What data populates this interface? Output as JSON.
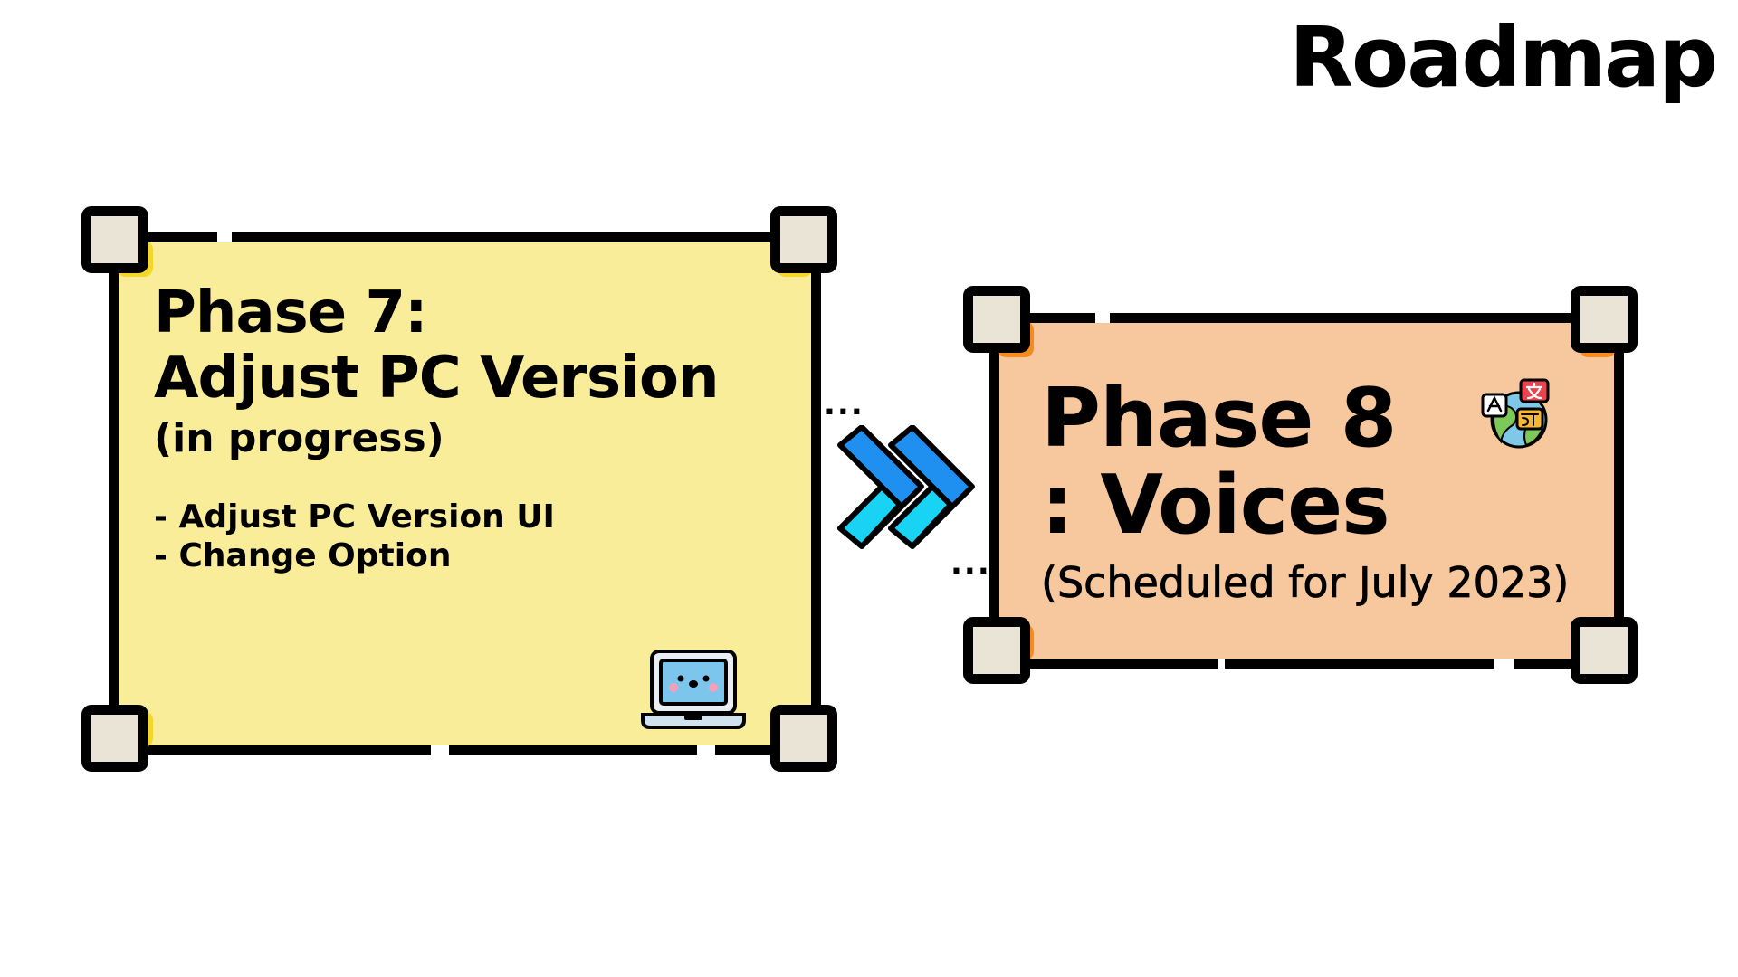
{
  "header": {
    "title": "Roadmap"
  },
  "phase7": {
    "title_line1": "Phase 7:",
    "title_line2": "Adjust PC Version",
    "status": "(in progress)",
    "bullets": [
      "- Adjust PC Version UI",
      "- Change Option"
    ],
    "icon": "laptop-icon",
    "color": "#f9ed9a"
  },
  "phase8": {
    "title_line1": "Phase 8",
    "title_line2": ": Voices",
    "status": "(Scheduled for July 2023)",
    "icon": "translate-icon",
    "color": "#f7c79d"
  },
  "connector": {
    "dots": "...",
    "icon": "double-chevron-right-icon",
    "color": "#1e90ff"
  }
}
